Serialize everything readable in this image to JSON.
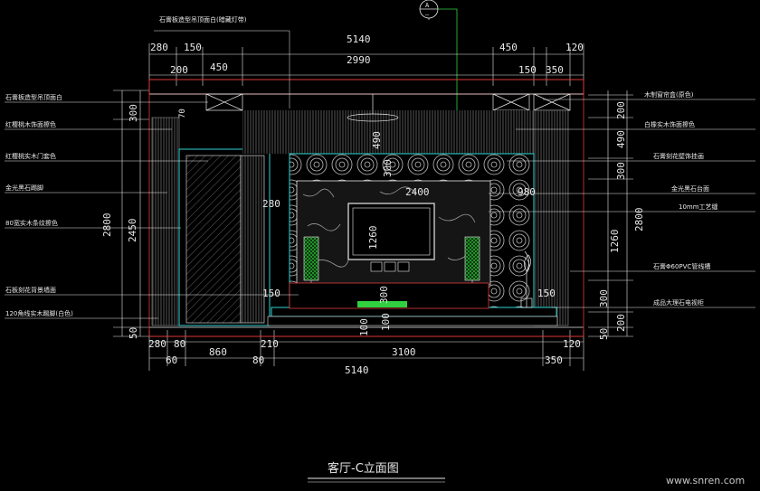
{
  "drawing": {
    "title": "客厅-C立面图",
    "watermark": "www.snren.com",
    "section_marker": {
      "letter": "A",
      "dash": "—"
    }
  },
  "dims_top_row1": [
    "280",
    "150",
    "5140",
    "450",
    "120"
  ],
  "dims_top_row2": [
    "200",
    "450",
    "2990",
    "150",
    "350"
  ],
  "dims_bottom_row1": [
    "280",
    "80",
    "860",
    "210",
    "3100",
    "120"
  ],
  "dims_bottom_row2": [
    "60",
    "80",
    "5140",
    "350"
  ],
  "dims_left": [
    "300",
    "2800",
    "2450",
    "50"
  ],
  "dims_right": [
    "200",
    "490",
    "300",
    "2800",
    "1260",
    "300",
    "200",
    "50"
  ],
  "dims_inner": [
    "70",
    "490",
    "300",
    "2400",
    "280",
    "980",
    "1260",
    "150",
    "300",
    "150",
    "100",
    "100"
  ],
  "labels_left": [
    "石膏板造型吊顶面白",
    "红樱桃木饰面擦色",
    "红樱桃实木门套色",
    "金光黑石踢脚",
    "80宽实木条纹擦色",
    "石板刻花背景墙面",
    "120角线实木踢脚(白色)"
  ],
  "labels_right": [
    "木制窗帘盒(原色)",
    "白橡实木饰面擦色",
    "石膏刻花壁饰挂画",
    "金光黑石台面",
    "10mm工艺缝",
    "石膏Φ60PVC管线槽",
    "成品大理石电视柜"
  ],
  "label_top": "石膏板造型吊顶面白(暗藏灯带)",
  "colors": {
    "background": "#000000",
    "red": "#e03a3a",
    "white": "#e8e8e8",
    "cyan": "#2fd5d5",
    "green": "#30d040",
    "yellow": "#e6e600",
    "gray": "#8c8c8c"
  }
}
